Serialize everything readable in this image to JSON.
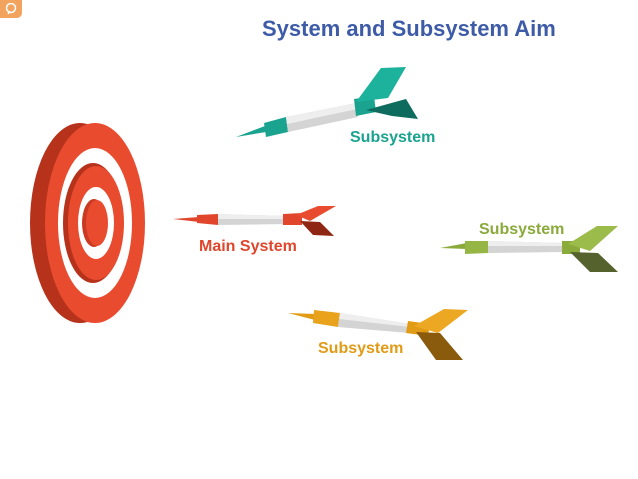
{
  "title": "System and Subsystem Aim",
  "darts": [
    {
      "label": "Subsystem",
      "color": "#1aa38f"
    },
    {
      "label": "Main System",
      "color": "#e0462b"
    },
    {
      "label": "Subsystem",
      "color": "#8aaa3b"
    },
    {
      "label": "Subsystem",
      "color": "#e19b15"
    }
  ],
  "colors": {
    "title": "#3d5ba7",
    "target_red": "#e94b2f",
    "target_dark": "#b7321b",
    "badge": "#f2a35e"
  },
  "icons": [
    "corner-logo-icon",
    "target-icon",
    "dart-icon"
  ]
}
